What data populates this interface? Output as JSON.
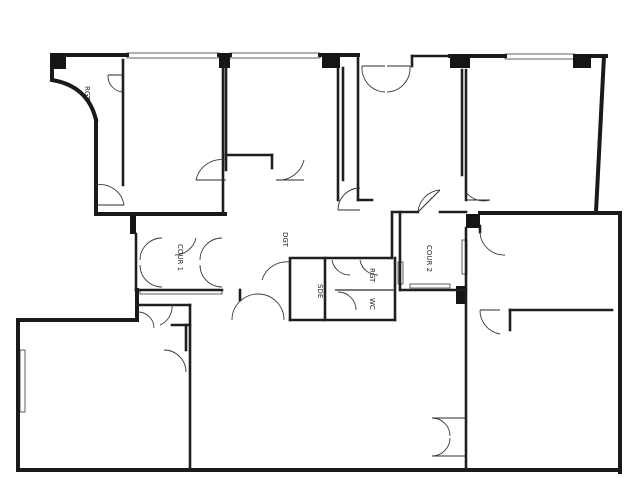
{
  "rooms": {
    "rgt_top": "RGT",
    "cour1": "COUR 1",
    "dgt": "DGT",
    "sde": "SDE",
    "rgt_mid": "RGT",
    "wc": "WC",
    "cour2": "COUR 2"
  }
}
